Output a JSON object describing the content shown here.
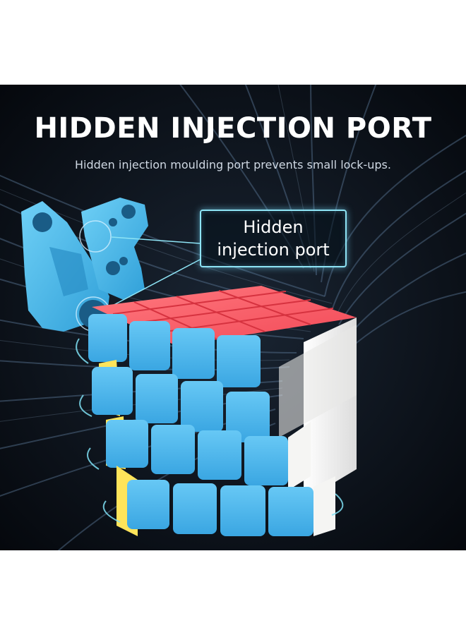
{
  "headline": "HIDDEN INJECTION PORT",
  "subheadline": "Hidden injection moulding port prevents small lock-ups.",
  "callout": {
    "line1": "Hidden",
    "line2": "injection port"
  },
  "colors": {
    "background": "#0a0f17",
    "swirl": "#5b7796",
    "piece_blue": "#4cb8ea",
    "callout_border": "#8ee4f5",
    "cube_top_red": "#ff5b63",
    "cube_side_blue": "#47b5ec",
    "cube_side_white": "#f0f0ee",
    "cube_yellow": "#ffe45a"
  }
}
